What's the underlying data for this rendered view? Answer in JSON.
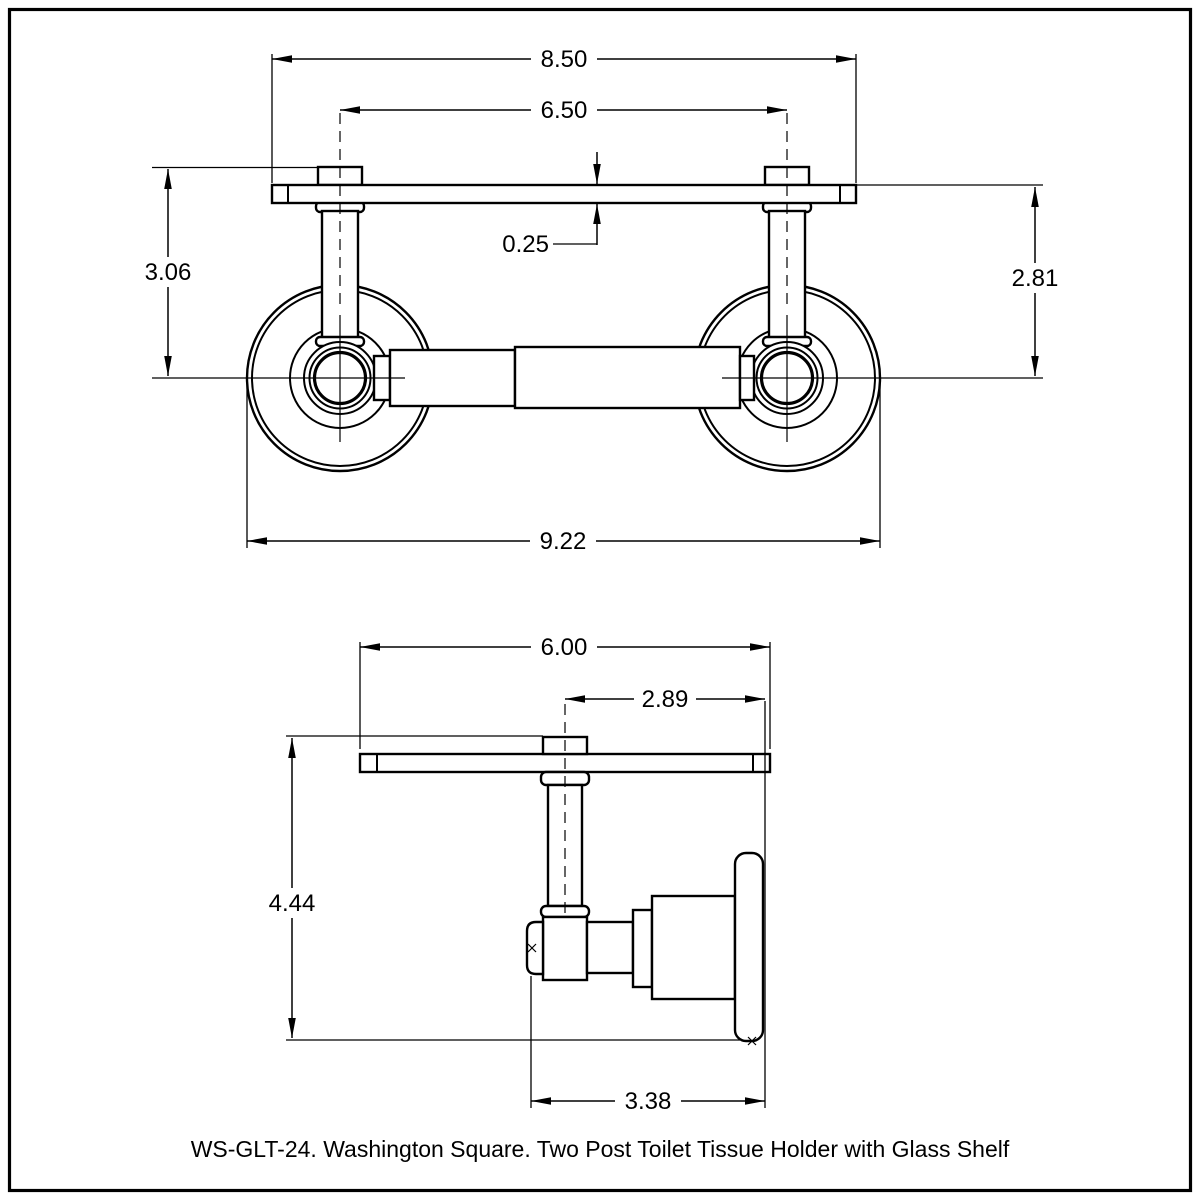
{
  "caption": "WS-GLT-24. Washington Square. Two Post Toilet Tissue Holder with Glass Shelf",
  "product": {
    "model": "WS-GLT-24",
    "collection": "Washington Square",
    "description": "Two Post Toilet Tissue Holder with Glass Shelf"
  },
  "front_view": {
    "dimensions": {
      "shelf_width": "8.50",
      "post_spacing": "6.50",
      "shelf_thickness": "0.25",
      "cap_top_to_roller_center": "3.06",
      "shelf_top_to_roller_center": "2.81",
      "overall_width": "9.22"
    }
  },
  "side_view": {
    "dimensions": {
      "shelf_depth": "6.00",
      "post_center_to_wall": "2.89",
      "overall_height": "4.44",
      "roller_end_to_wall": "3.38"
    }
  },
  "colors": {
    "line": "#000000",
    "background": "#ffffff"
  }
}
